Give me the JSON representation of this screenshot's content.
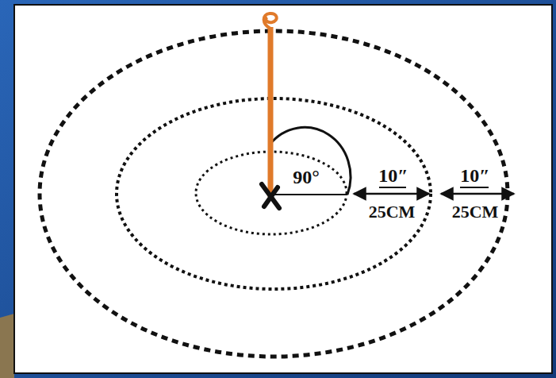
{
  "diagram": {
    "labels": [
      "90°",
      "10″",
      "25CM",
      "10″",
      "25CM"
    ]
  }
}
